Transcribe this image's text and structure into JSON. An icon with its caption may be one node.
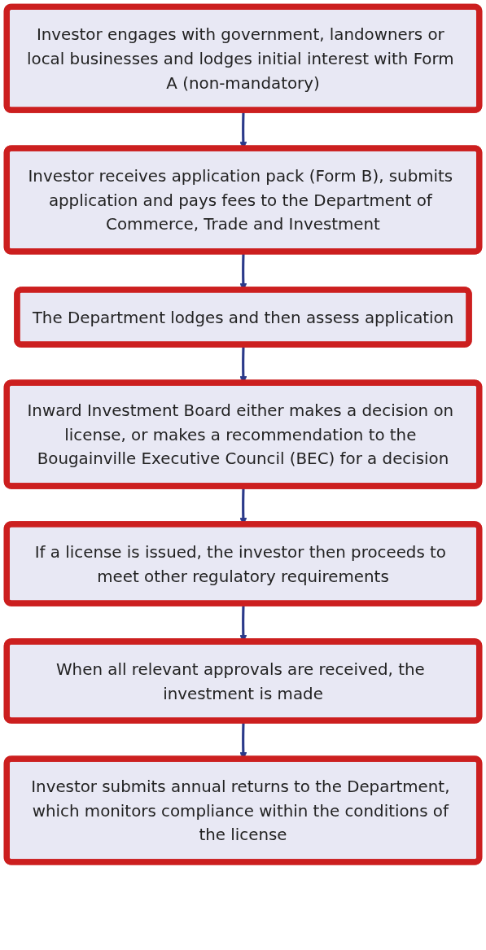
{
  "diagram": {
    "nodes": [
      {
        "text": [
          "Investor engages with government, landowners or local businesses and lodges initial interest with Form A (non-mandatory)"
        ]
      },
      {
        "text": [
          "Investor receives application pack (Form B), submits application and pays fees to the Department of Commerce, Trade and Investment"
        ]
      },
      {
        "text": [
          "The Department lodges and then assess application"
        ]
      },
      {
        "text": [
          "Inward Investment Board either makes a decision on license, or makes a recommendation to the Bougainville Executive Council (BEC) for a decision"
        ]
      },
      {
        "text": [
          "If a license is issued, the investor then proceeds to meet other regulatory requirements"
        ]
      },
      {
        "text": [
          "When all relevant approvals are received, the investment is made"
        ]
      },
      {
        "text": [
          "Investor submits annual returns to the Department, which monitors compliance within the conditions of the license"
        ]
      }
    ],
    "edges": [
      {
        "from": 0,
        "to": 1,
        "arrow": "to"
      },
      {
        "from": 1,
        "to": 2,
        "arrow": "to"
      },
      {
        "from": 2,
        "to": 3,
        "arrow": "to"
      },
      {
        "from": 3,
        "to": 4,
        "arrow": "to"
      },
      {
        "from": 4,
        "to": 5,
        "arrow": "to"
      },
      {
        "from": 5,
        "to": 6,
        "arrow": "to"
      }
    ]
  }
}
